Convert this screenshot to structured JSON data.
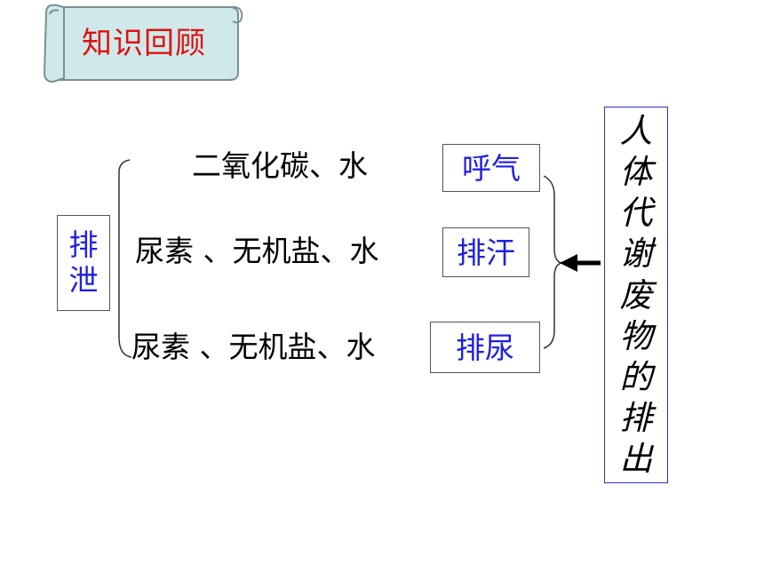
{
  "title": "知识回顾",
  "left_label": [
    "排",
    "泄"
  ],
  "rows": [
    {
      "substances": "二氧化碳、水",
      "process": "呼气"
    },
    {
      "substances": "尿素 、无机盐、水",
      "process": "排汗"
    },
    {
      "substances": "尿素 、无机盐、水",
      "process": "排尿"
    }
  ],
  "right_label": [
    "人",
    "体",
    "代",
    "谢",
    "废",
    "物",
    "的",
    "排",
    "出"
  ],
  "colors": {
    "title": "#e01010",
    "process_text": "#2020e0",
    "banner_fill": "#cfe9ea",
    "right_border": "#3030c0"
  }
}
